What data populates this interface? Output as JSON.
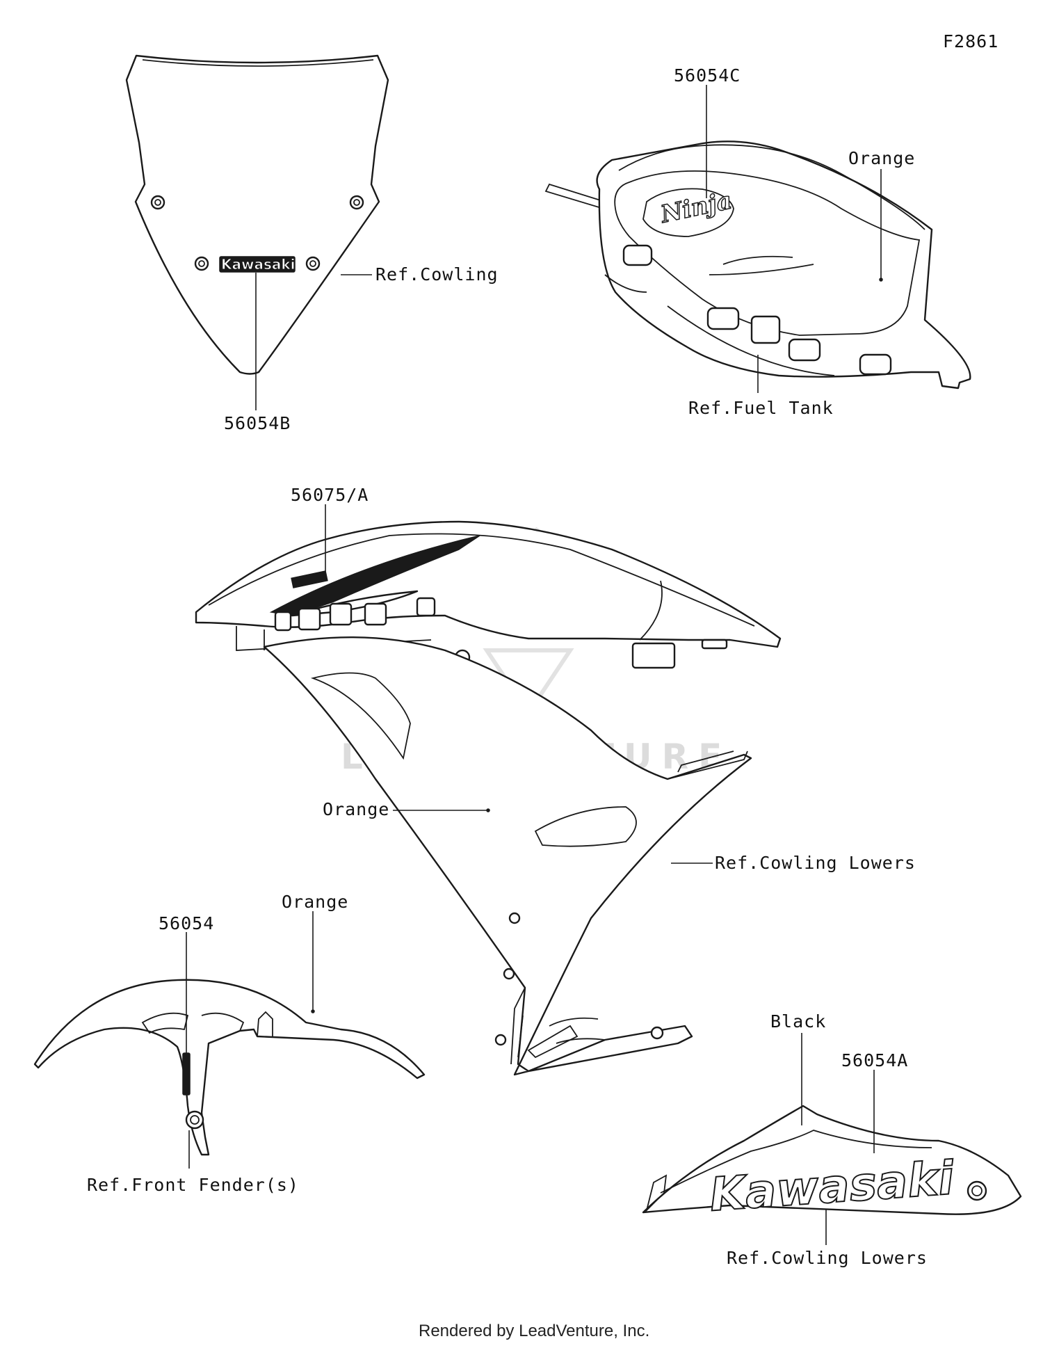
{
  "figure_code": "F2861",
  "watermark": "LEADVENTURE",
  "footer": "Rendered by LeadVenture, Inc.",
  "colors": {
    "ink": "#1a1a1a",
    "background": "#ffffff",
    "watermark": "#dcdcdc"
  },
  "windshield": {
    "decal_text": "Kawasaki",
    "part_number": "56054B",
    "ref_label": "Ref.Cowling"
  },
  "fuel_tank": {
    "part_number": "56054C",
    "color_label": "Orange",
    "ref_label": "Ref.Fuel Tank",
    "decal_text": "Ninja"
  },
  "upper_cowling": {
    "part_number": "56075/A",
    "color_label": "Orange",
    "ref_label": "Ref.Cowling Lowers"
  },
  "front_fender": {
    "part_number": "56054",
    "color_label": "Orange",
    "ref_label": "Ref.Front Fender(s)"
  },
  "lower_cowling": {
    "color_label": "Black",
    "part_number": "56054A",
    "decal_text": "Kawasaki",
    "ref_label": "Ref.Cowling Lowers"
  }
}
